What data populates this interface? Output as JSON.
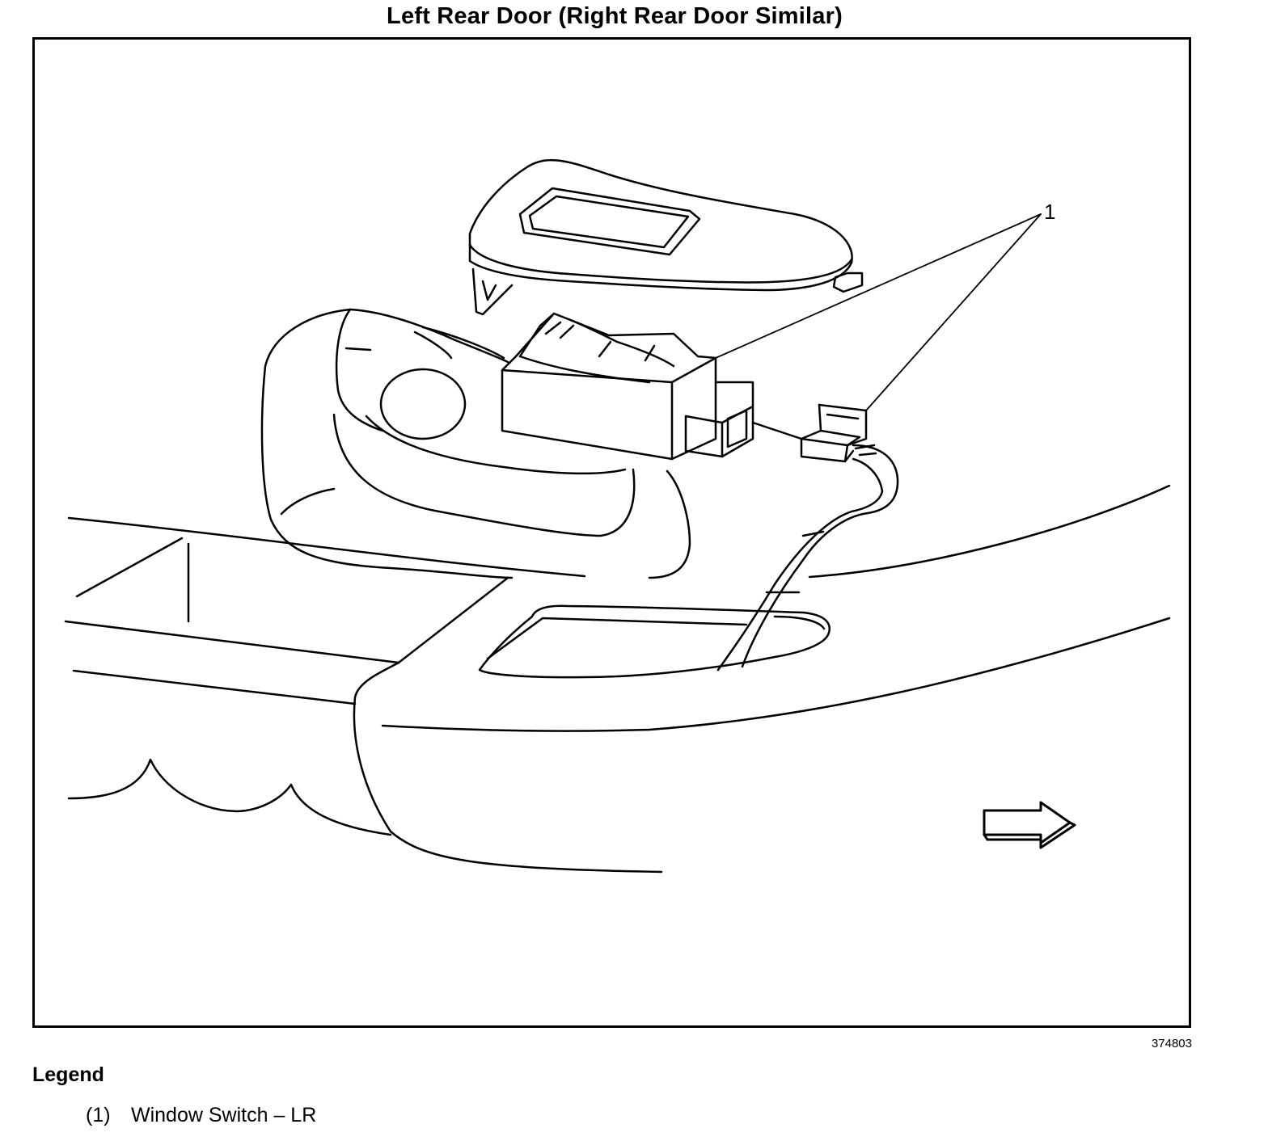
{
  "title": "Left Rear Door (Right Rear Door Similar)",
  "callout_label": "1",
  "figure_id": "374803",
  "legend": {
    "title": "Legend",
    "items": [
      {
        "number": "(1)",
        "text": "Window Switch – LR"
      }
    ]
  },
  "icons": [
    "direction-arrow-icon"
  ]
}
